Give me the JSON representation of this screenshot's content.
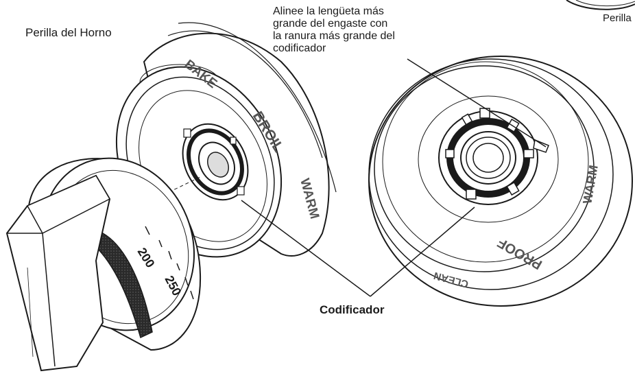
{
  "labels": {
    "knob_title": "Perilla del Horno",
    "instruction_lines": [
      "Alinee la lengüeta más",
      "grande del engaste con",
      "la ranura más grande del",
      "codificador"
    ],
    "encoder": "Codificador",
    "corner_label": "Perilla"
  },
  "bezel_markings": {
    "front": [
      "BAKE",
      "BROIL",
      "WARM"
    ],
    "rear": [
      "WARM",
      "PROOF",
      "CLEAN"
    ]
  },
  "knob_dial": {
    "numbers": [
      "200",
      "250"
    ]
  },
  "colors": {
    "line": "#1a1a1a",
    "fill": "#ffffff",
    "text_marking": "#555555"
  }
}
